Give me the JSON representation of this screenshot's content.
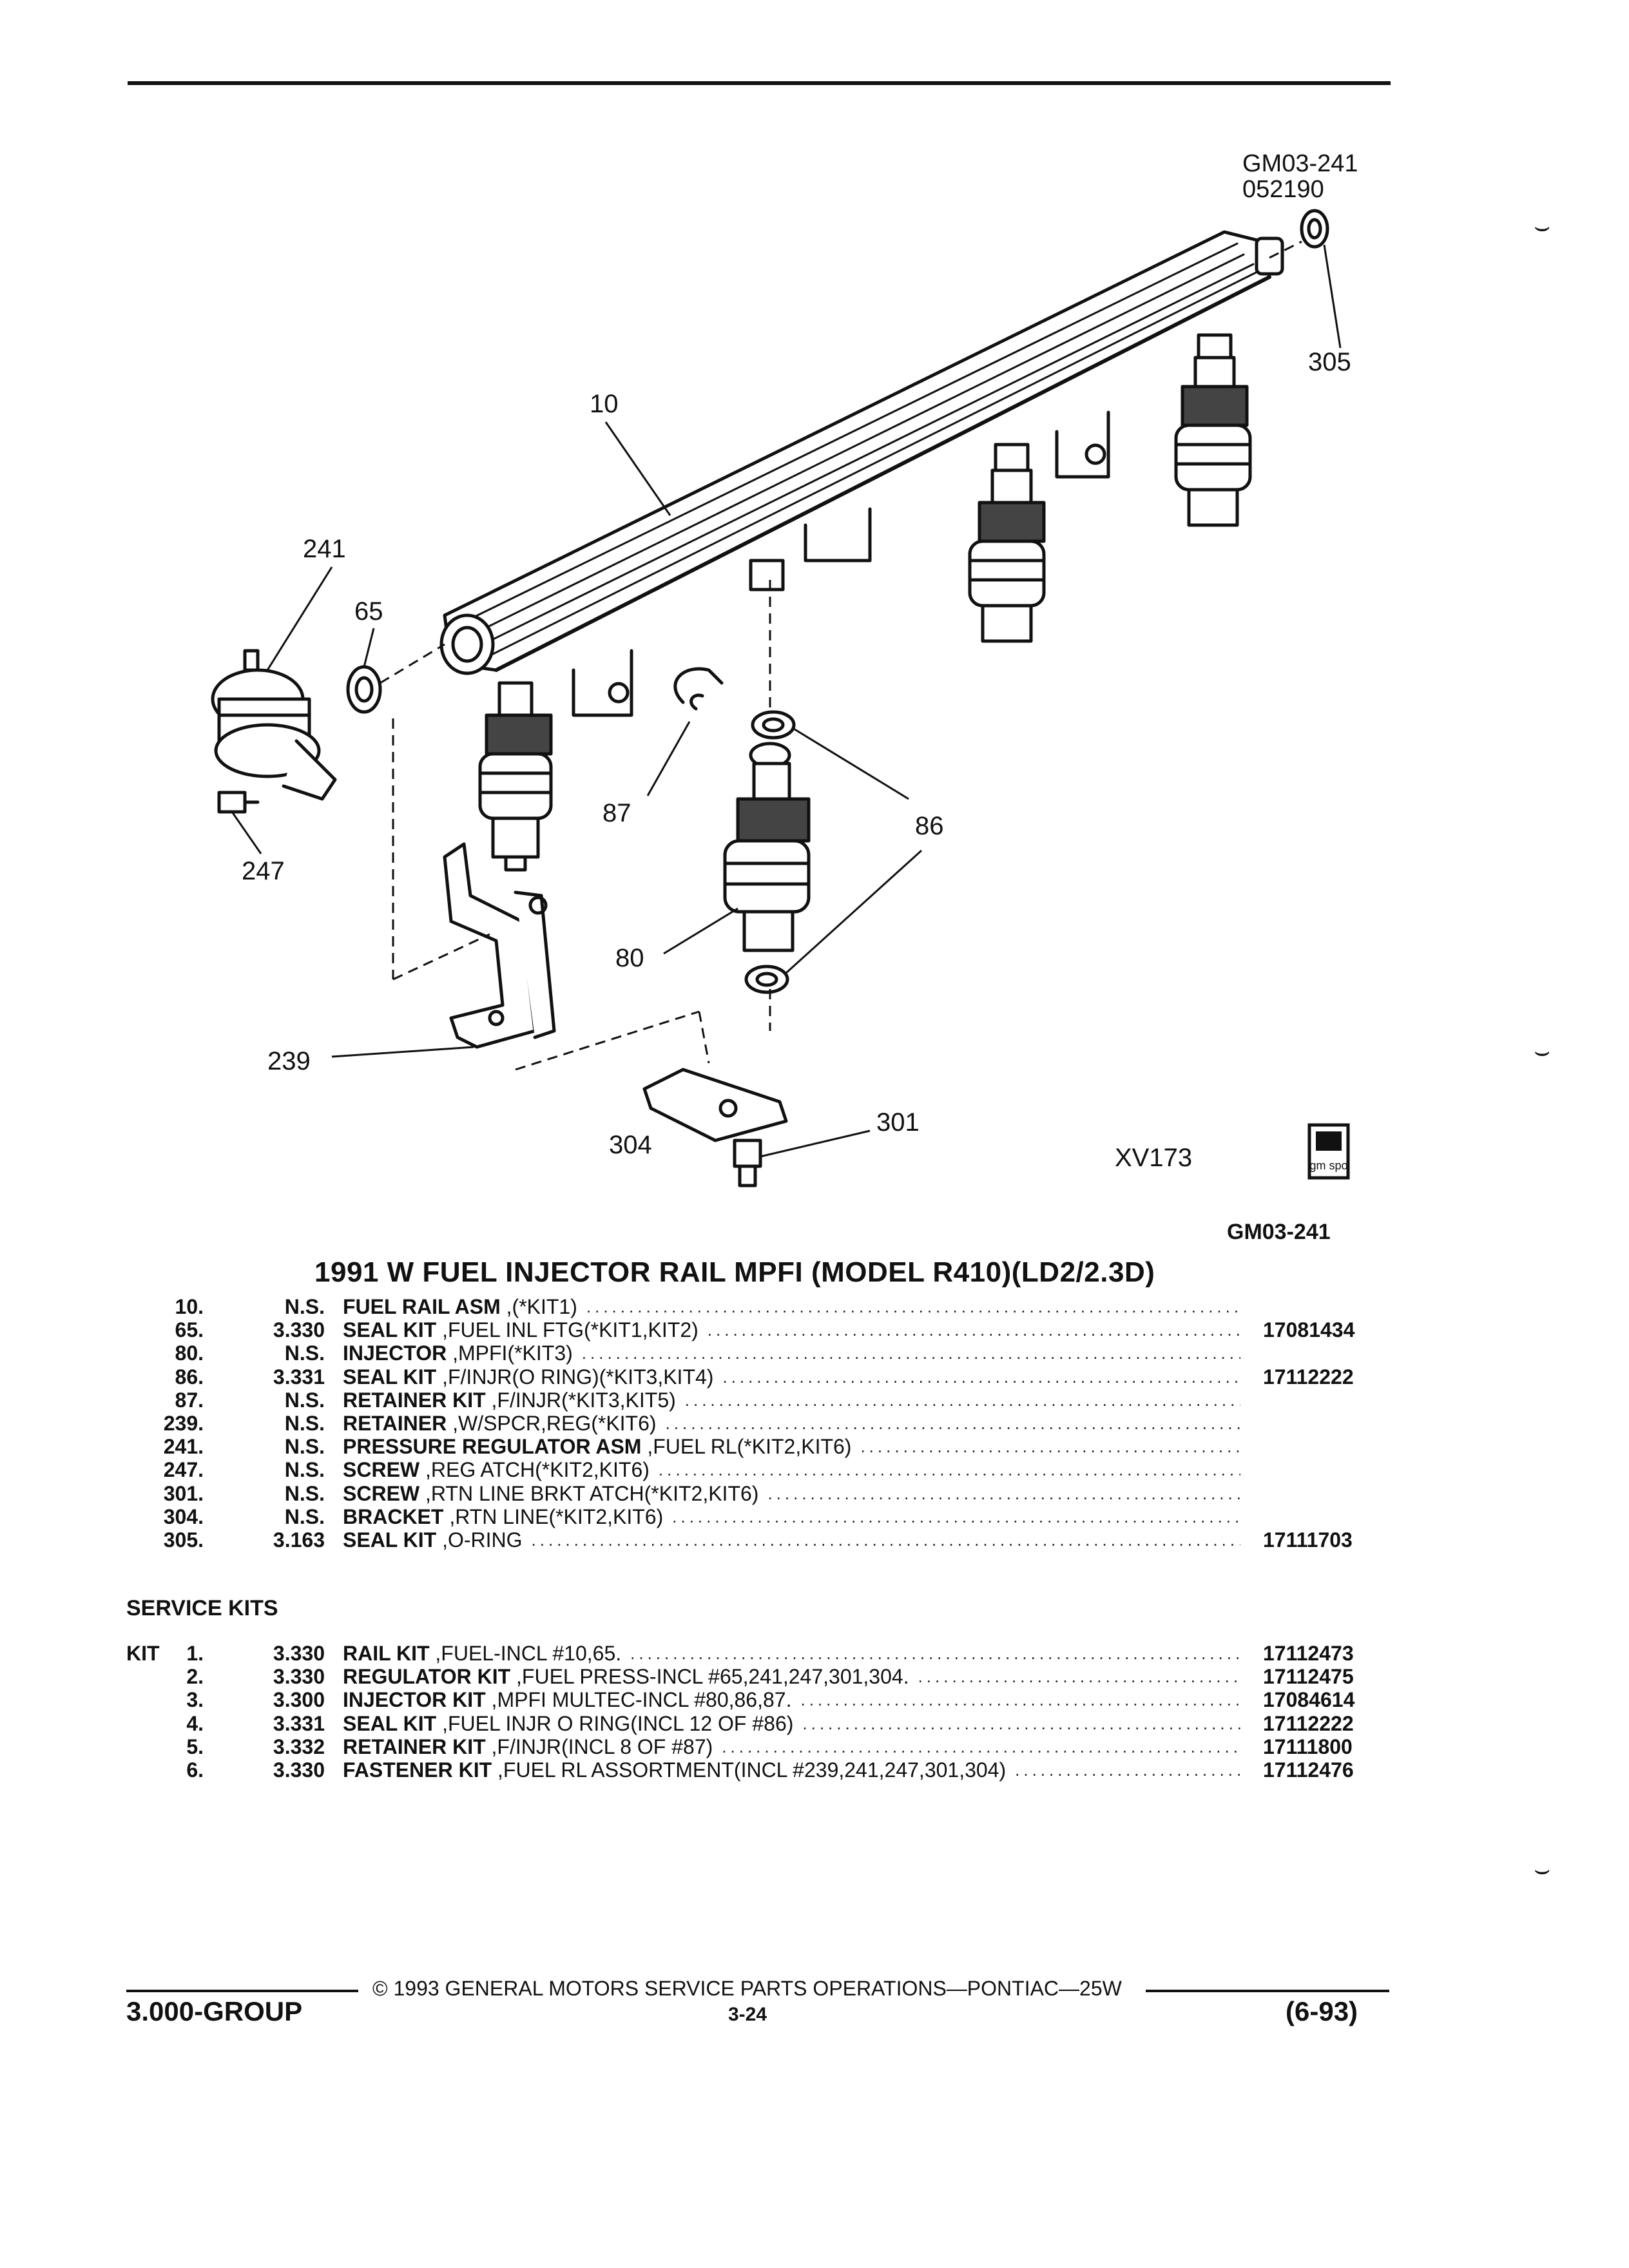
{
  "figure": {
    "id": "GM03-241",
    "date_code": "052190",
    "view_code": "XV173",
    "bottom_id": "GM03-241",
    "badge": "gm spo",
    "callouts": [
      "10",
      "241",
      "65",
      "247",
      "87",
      "86",
      "80",
      "239",
      "304",
      "301",
      "305"
    ]
  },
  "title": "1991 W FUEL INJECTOR RAIL MPFI (MODEL R410)(LD2/2.3D)",
  "parts": [
    {
      "ref": "10.",
      "qty": "N.S.",
      "name": "FUEL RAIL ASM",
      "desc": ",(*KIT1)",
      "part": ""
    },
    {
      "ref": "65.",
      "qty": "3.330",
      "name": "SEAL KIT",
      "desc": ",FUEL INL FTG(*KIT1,KIT2)",
      "part": "17081434"
    },
    {
      "ref": "80.",
      "qty": "N.S.",
      "name": "INJECTOR",
      "desc": ",MPFI(*KIT3)",
      "part": ""
    },
    {
      "ref": "86.",
      "qty": "3.331",
      "name": "SEAL KIT",
      "desc": ",F/INJR(O RING)(*KIT3,KIT4)",
      "part": "17112222"
    },
    {
      "ref": "87.",
      "qty": "N.S.",
      "name": "RETAINER KIT",
      "desc": ",F/INJR(*KIT3,KIT5)",
      "part": ""
    },
    {
      "ref": "239.",
      "qty": "N.S.",
      "name": "RETAINER",
      "desc": ",W/SPCR,REG(*KIT6)",
      "part": ""
    },
    {
      "ref": "241.",
      "qty": "N.S.",
      "name": "PRESSURE REGULATOR ASM",
      "desc": ",FUEL RL(*KIT2,KIT6)",
      "part": ""
    },
    {
      "ref": "247.",
      "qty": "N.S.",
      "name": "SCREW",
      "desc": ",REG ATCH(*KIT2,KIT6)",
      "part": ""
    },
    {
      "ref": "301.",
      "qty": "N.S.",
      "name": "SCREW",
      "desc": ",RTN LINE BRKT ATCH(*KIT2,KIT6)",
      "part": ""
    },
    {
      "ref": "304.",
      "qty": "N.S.",
      "name": "BRACKET",
      "desc": ",RTN LINE(*KIT2,KIT6)",
      "part": ""
    },
    {
      "ref": "305.",
      "qty": "3.163",
      "name": "SEAL KIT",
      "desc": ",O-RING",
      "part": "17111703"
    }
  ],
  "service_kits": {
    "heading": "SERVICE KITS",
    "kit_label": "KIT",
    "items": [
      {
        "ref": "1.",
        "qty": "3.330",
        "name": "RAIL KIT",
        "desc": ",FUEL-INCL #10,65.",
        "part": "17112473"
      },
      {
        "ref": "2.",
        "qty": "3.330",
        "name": "REGULATOR KIT",
        "desc": ",FUEL PRESS-INCL #65,241,247,301,304.",
        "part": "17112475"
      },
      {
        "ref": "3.",
        "qty": "3.300",
        "name": "INJECTOR KIT",
        "desc": ",MPFI MULTEC-INCL #80,86,87.",
        "part": "17084614"
      },
      {
        "ref": "4.",
        "qty": "3.331",
        "name": "SEAL KIT",
        "desc": ",FUEL INJR O RING(INCL 12 OF #86)",
        "part": "17112222"
      },
      {
        "ref": "5.",
        "qty": "3.332",
        "name": "RETAINER KIT",
        "desc": ",F/INJR(INCL 8 OF #87)",
        "part": "17111800"
      },
      {
        "ref": "6.",
        "qty": "3.330",
        "name": "FASTENER KIT",
        "desc": ",FUEL RL ASSORTMENT(INCL #239,241,247,301,304)",
        "part": "17112476"
      }
    ]
  },
  "footer": {
    "copyright": "© 1993 GENERAL MOTORS SERVICE PARTS OPERATIONS—PONTIAC—25W",
    "group": "3.000-GROUP",
    "page": "3-24",
    "date": "(6-93)"
  }
}
